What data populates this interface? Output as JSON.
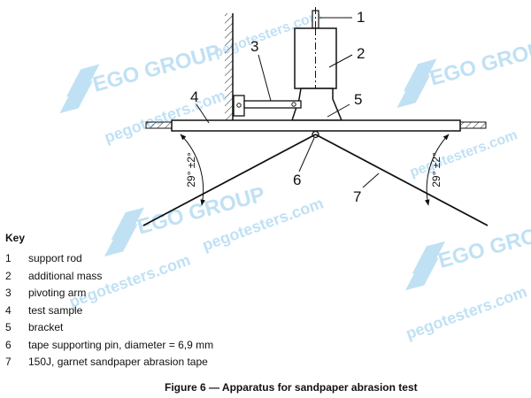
{
  "callouts": [
    "1",
    "2",
    "3",
    "4",
    "5",
    "6",
    "7"
  ],
  "angle_label": "29° ±2°",
  "key": {
    "title": "Key",
    "items": [
      {
        "num": "1",
        "text": "support rod"
      },
      {
        "num": "2",
        "text": "additional mass"
      },
      {
        "num": "3",
        "text": "pivoting arm"
      },
      {
        "num": "4",
        "text": "test sample"
      },
      {
        "num": "5",
        "text": "bracket"
      },
      {
        "num": "6",
        "text": "tape supporting pin, diameter = 6,9 mm"
      },
      {
        "num": "7",
        "text": "150J, garnet sandpaper abrasion tape"
      }
    ]
  },
  "caption": "Figure 6 — Apparatus for sandpaper abrasion test",
  "watermark": {
    "brand": "EGO GROUP",
    "url": "pegotesters.com"
  },
  "colors": {
    "line": "#111111",
    "watermark": "#8cc8ec"
  }
}
